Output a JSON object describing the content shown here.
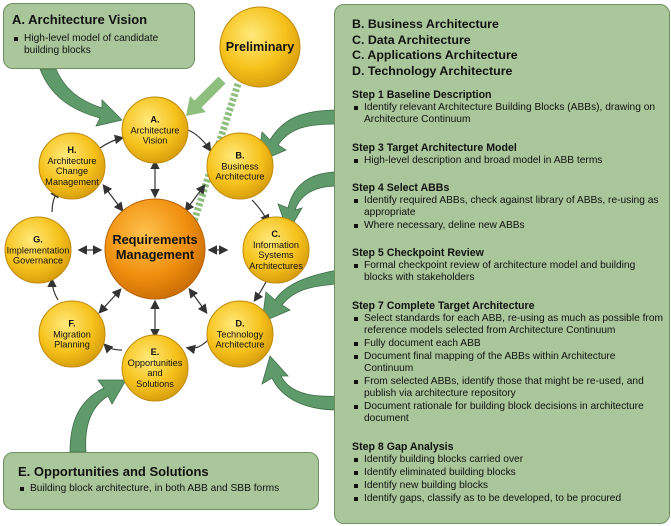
{
  "panel_a": {
    "title": "A. Architecture Vision",
    "bullet": "High-level model of candidate building blocks"
  },
  "panel_e": {
    "title": "E. Opportunities and Solutions",
    "bullet": "Building block architecture, in both ABB and SBB forms"
  },
  "center": {
    "line1": "Requirements",
    "line2": "Management"
  },
  "preliminary": "Preliminary",
  "nodes": {
    "a": {
      "letter": "A.",
      "l1": "Architecture",
      "l2": "Vision",
      "l3": ""
    },
    "b": {
      "letter": "B.",
      "l1": "Business",
      "l2": "Architecture",
      "l3": ""
    },
    "c": {
      "letter": "C.",
      "l1": "Information",
      "l2": "Systems",
      "l3": "Architectures"
    },
    "d": {
      "letter": "D.",
      "l1": "Technology",
      "l2": "Architecture",
      "l3": ""
    },
    "e": {
      "letter": "E.",
      "l1": "Opportunities",
      "l2": "and",
      "l3": "Solutions"
    },
    "f": {
      "letter": "F.",
      "l1": "Migration",
      "l2": "Planning",
      "l3": ""
    },
    "g": {
      "letter": "G.",
      "l1": "Implementation",
      "l2": "Governance",
      "l3": ""
    },
    "h": {
      "letter": "H.",
      "l1": "Architecture",
      "l2": "Change",
      "l3": "Management"
    }
  },
  "right_panel": {
    "phases": [
      "B. Business Architecture",
      "C. Data Architecture",
      "C. Applications Architecture",
      "D. Technology Architecture"
    ],
    "steps": [
      {
        "heading": "Step 1 Baseline Description",
        "bullets": [
          "Identify relevant Architecture Building Blocks (ABBs), drawing on Architecture Continuum"
        ]
      },
      {
        "heading": "Step 3 Target Architecture Model",
        "bullets": [
          "High-level description and broad model in ABB terms"
        ]
      },
      {
        "heading": "Step 4 Select ABBs",
        "bullets": [
          "Identify required ABBs, check against library of ABBs, re-using as appropriate",
          "Where necessary, deline new ABBs"
        ]
      },
      {
        "heading": "Step 5 Checkpoint Review",
        "bullets": [
          "Formal checkpoint review of architecture model and building blocks with stakeholders"
        ]
      },
      {
        "heading": "Step 7 Complete Target Architecture",
        "bullets": [
          "Select standards for each ABB, re-using as much as possible from reference models selected from Architecture Continuum",
          "Fully document each ABB",
          "Document final mapping of the ABBs within Architecture Continuum",
          "From selected ABBs, identify those that might be re-used, and publish via architecture repository",
          "Document rationale for building block decisions in architecture document"
        ]
      },
      {
        "heading": "Step 8 Gap Analysis",
        "bullets": [
          "Identify building blocks carried over",
          "Identify eliminated building blocks",
          "Identify new building blocks",
          "Identify gaps, classify as to be developed, to be procured"
        ]
      }
    ]
  },
  "colors": {
    "panel_fill": "#a9c79a",
    "circle_fill": "#f7c51a",
    "center_fill": "#f39a16",
    "arrow_green": "#5e9a6a"
  }
}
